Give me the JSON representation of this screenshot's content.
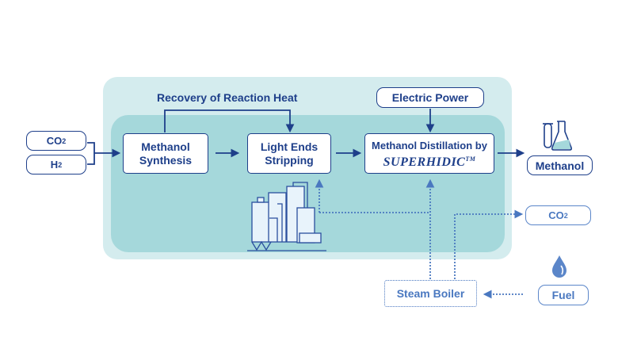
{
  "diagram": {
    "title": "Methanol production process flow",
    "inputs": [
      {
        "id": "co2-input",
        "label": "CO",
        "subscript": "2"
      },
      {
        "id": "h2-input",
        "label": "H",
        "subscript": "2"
      }
    ],
    "process_steps": [
      {
        "id": "methanol-synthesis",
        "lines": [
          "Methanol",
          "Synthesis"
        ]
      },
      {
        "id": "light-ends-stripping",
        "lines": [
          "Light Ends",
          "Stripping"
        ]
      },
      {
        "id": "methanol-distillation",
        "lines": [
          "Methanol Distillation by"
        ],
        "brand": "SUPERHIDIC",
        "brand_mark": "TM"
      }
    ],
    "annotations": {
      "heat_recovery": "Recovery of Reaction Heat",
      "electric_power": "Electric Power"
    },
    "output": {
      "label": "Methanol",
      "icon": "lab-flask-icon"
    },
    "auxiliary": {
      "steam_boiler": "Steam Boiler",
      "co2_emission": {
        "label": "CO",
        "subscript": "2"
      },
      "fuel": {
        "label": "Fuel",
        "icon": "fuel-drop-icon"
      }
    },
    "plant_icon": "chemical-plant-icon",
    "colors": {
      "primary_navy": "#1e3f8a",
      "dotted_blue": "#4a78c0",
      "outer_panel": "#d4ecee",
      "inner_panel": "#a5d8db"
    }
  }
}
